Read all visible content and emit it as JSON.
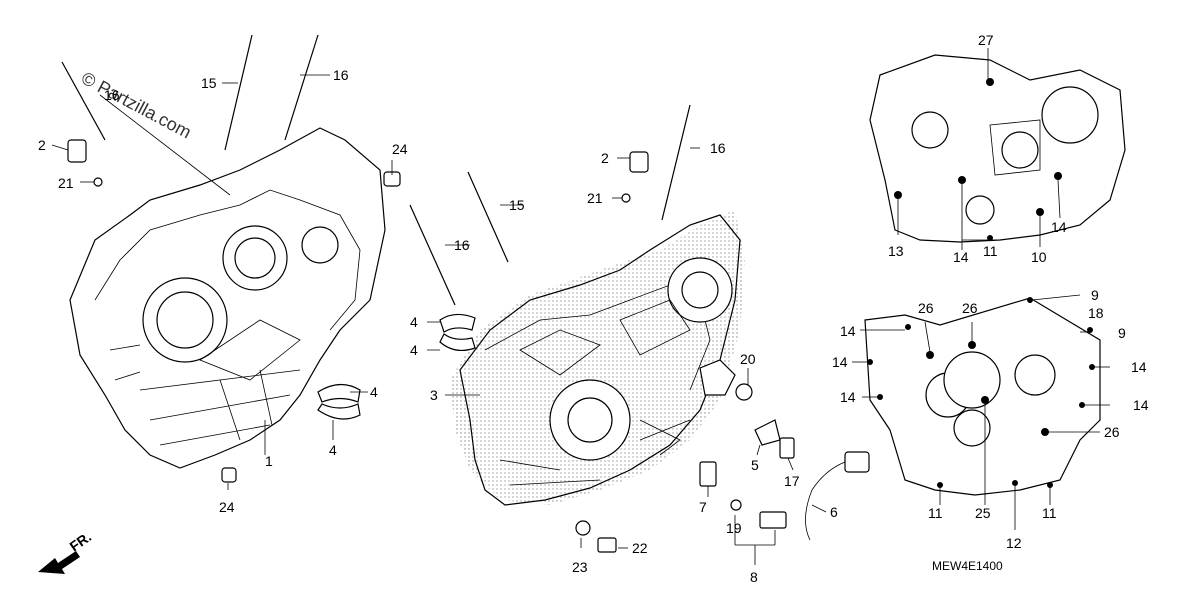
{
  "watermark": "© Partzilla.com",
  "front_arrow_label": "FR.",
  "diagram_code": "MEW4E1400",
  "callouts": {
    "c1": "1",
    "c2a": "2",
    "c2b": "2",
    "c3": "3",
    "c4a": "4",
    "c4b": "4",
    "c4c": "4",
    "c4d": "4",
    "c5": "5",
    "c6": "6",
    "c7": "7",
    "c8": "8",
    "c9a": "9",
    "c9b": "9",
    "c10": "10",
    "c11a": "11",
    "c11b": "11",
    "c11c": "11",
    "c12": "12",
    "c13": "13",
    "c14a": "14",
    "c14b": "14",
    "c14c": "14",
    "c14d": "14",
    "c14e": "14",
    "c14f": "14",
    "c14g": "14",
    "c15a": "15",
    "c15b": "15",
    "c16a": "16",
    "c16b": "16",
    "c16c": "16",
    "c16d": "16",
    "c17": "17",
    "c18": "18",
    "c19": "19",
    "c20": "20",
    "c21a": "21",
    "c21b": "21",
    "c22": "22",
    "c23": "23",
    "c24a": "24",
    "c24b": "24",
    "c25": "25",
    "c26a": "26",
    "c26b": "26",
    "c26c": "26",
    "c27": "27"
  }
}
